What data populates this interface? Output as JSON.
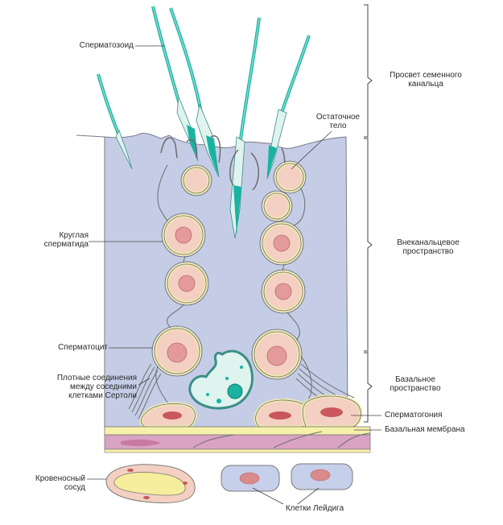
{
  "labels": {
    "spermatozoon": "Сперматозоид",
    "residual_body": "Остаточное\nтело",
    "round_spermatid": "Круглая\nсперматида",
    "spermatocyte": "Сперматоцит",
    "tight_junctions": "Плотные соединения\nмежду соседними\nклетками Сертоли",
    "blood_vessel": "Кровеносный\nсосуд",
    "leydig_cells": "Клетки Лейдига",
    "lumen": "Просвет семенного\nканальца",
    "adluminal": "Внеканальцевое\nпространство",
    "basal": "Базальное\nпространство",
    "spermatogonium": "Сперматогония",
    "basement_membrane": "Базальная мембрана"
  },
  "colors": {
    "sertoli": "#c5cde6",
    "cell_fill": "#f3d0c2",
    "cell_ring": "#f1ebb0",
    "nucleus": "#e49a9a",
    "nucleus_dark": "#c9575d",
    "sperm_teal": "#19b3a2",
    "membrane_yellow": "#f7f0aa",
    "membrane_pink": "#d9a3c3",
    "vessel_fill": "#f6ee9c",
    "leydig_fill": "#c7d0ea",
    "outline": "#6c6c6c"
  }
}
